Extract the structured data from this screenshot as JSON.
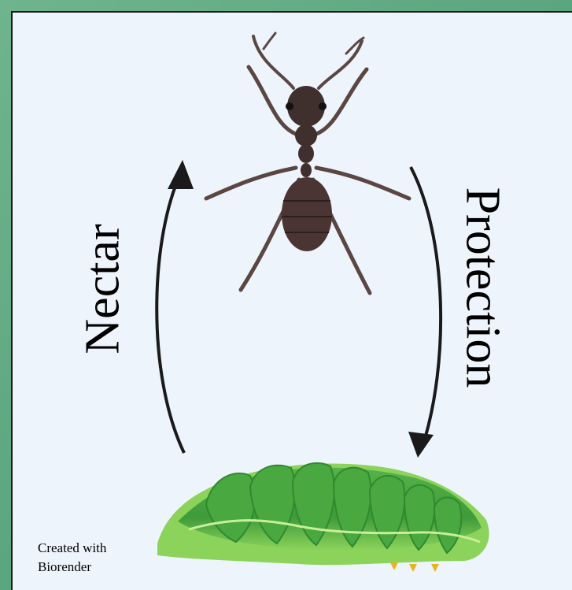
{
  "labels": {
    "nectar": "Nectar",
    "protection": "Protection"
  },
  "credit": {
    "line1": "Created with",
    "line2": "Biorender"
  },
  "colors": {
    "frame": "#5aa67f",
    "panel": "#eef4fb",
    "ant": "#3f2f2d",
    "caterpillar_light": "#8bd35a",
    "caterpillar_dark": "#3f9a3a",
    "arrow": "#1a1a1a"
  }
}
